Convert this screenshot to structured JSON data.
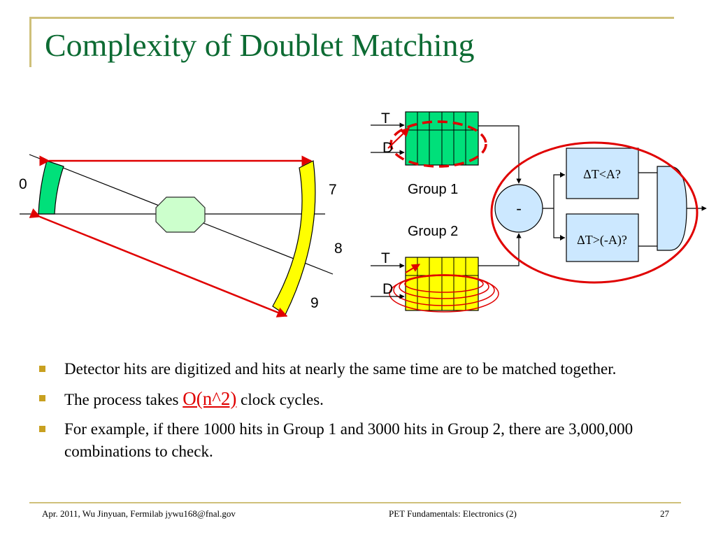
{
  "slide": {
    "title": "Complexity of Doublet Matching",
    "footer_left": "Apr. 2011, Wu Jinyuan, Fermilab jywu168@fnal.gov",
    "footer_center": "PET Fundamentals: Electronics (2)",
    "footer_page": "27"
  },
  "diagram": {
    "detector_labels": [
      "0",
      "7",
      "8",
      "9"
    ],
    "group1_label": "Group 1",
    "group2_label": "Group 2",
    "input_t": "T",
    "input_d": "D",
    "subtract_symbol": "-",
    "compare_upper": "ΔT<A?",
    "compare_lower": "ΔT>(-A)?",
    "colors": {
      "green": "#00e07a",
      "yellow": "#ffff00",
      "octagon": "#ccffcc",
      "comparator": "#cce8ff",
      "red": "#e00000",
      "title": "#0d6b33",
      "frame": "#cfc07a"
    }
  },
  "bullets": [
    {
      "text": "Detector hits are digitized and hits at nearly the same time are to be matched together."
    },
    {
      "prefix": "The process takes ",
      "highlight": "O(n^2)",
      "suffix": " clock cycles."
    },
    {
      "text": "For example, if there 1000 hits in Group 1 and 3000 hits in Group 2, there are 3,000,000 combinations to check."
    }
  ]
}
